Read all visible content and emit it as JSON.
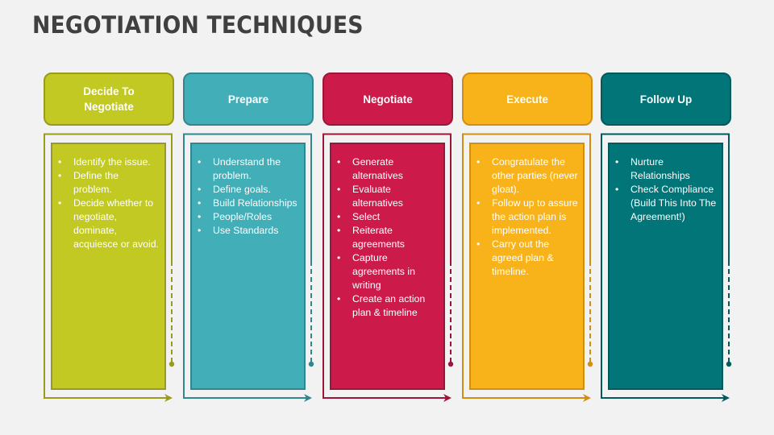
{
  "title": "NEGOTIATION TECHNIQUES",
  "columns": [
    {
      "heading": "Decide To Negotiate",
      "color": "#c1c922",
      "border": "#9a9a1c",
      "items": [
        "Identify the issue.",
        "Define the problem.",
        "Decide whether to negotiate, dominate, acquiesce or avoid."
      ]
    },
    {
      "heading": "Prepare",
      "color": "#41aeb8",
      "border": "#32868e",
      "items": [
        "Understand the problem.",
        "Define goals.",
        "Build Relationships",
        "People/Roles",
        "Use Standards"
      ]
    },
    {
      "heading": "Negotiate",
      "color": "#cc1b4a",
      "border": "#9c1639",
      "items": [
        "Generate alternatives",
        "Evaluate alternatives",
        "Select",
        "Reiterate agreements",
        "Capture agreements in writing",
        "Create an action plan & timeline"
      ]
    },
    {
      "heading": "Execute",
      "color": "#f8b31b",
      "border": "#d08e14",
      "items": [
        "Congratulate the other parties (never gloat).",
        "Follow up to assure the action plan is implemented.",
        "Carry out the agreed plan & timeline."
      ]
    },
    {
      "heading": "Follow Up",
      "color": "#017577",
      "border": "#025a5c",
      "items": [
        "Nurture Relationships",
        "Check Compliance (Build This Into The Agreement!)"
      ]
    }
  ]
}
